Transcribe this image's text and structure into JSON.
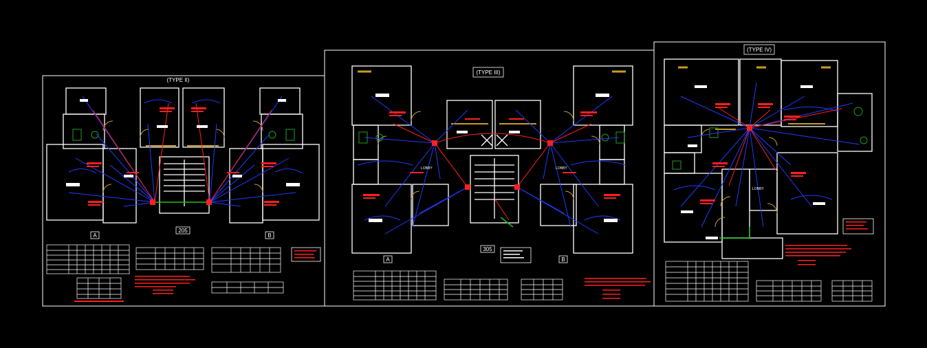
{
  "sheets": [
    {
      "title": "(TYPE II)",
      "unit_number": "205",
      "wing_a": "A",
      "wing_b": "B",
      "lobby": ""
    },
    {
      "title": "(TYPE III)",
      "unit_number": "305",
      "wing_a": "A",
      "wing_b": "B",
      "lobby": "LOBBY"
    },
    {
      "title": "(TYPE IV)",
      "unit_number": "",
      "wing_a": "",
      "wing_b": "",
      "lobby": "LOBBY"
    }
  ],
  "colors": {
    "background": "#000000",
    "border": "#ffffff",
    "wall": "#ffffff",
    "wiring": "#1e3cff",
    "circuit": "#ff2020",
    "earth": "#20c020",
    "door": "#c89a2a",
    "fixture": "#20a020"
  }
}
